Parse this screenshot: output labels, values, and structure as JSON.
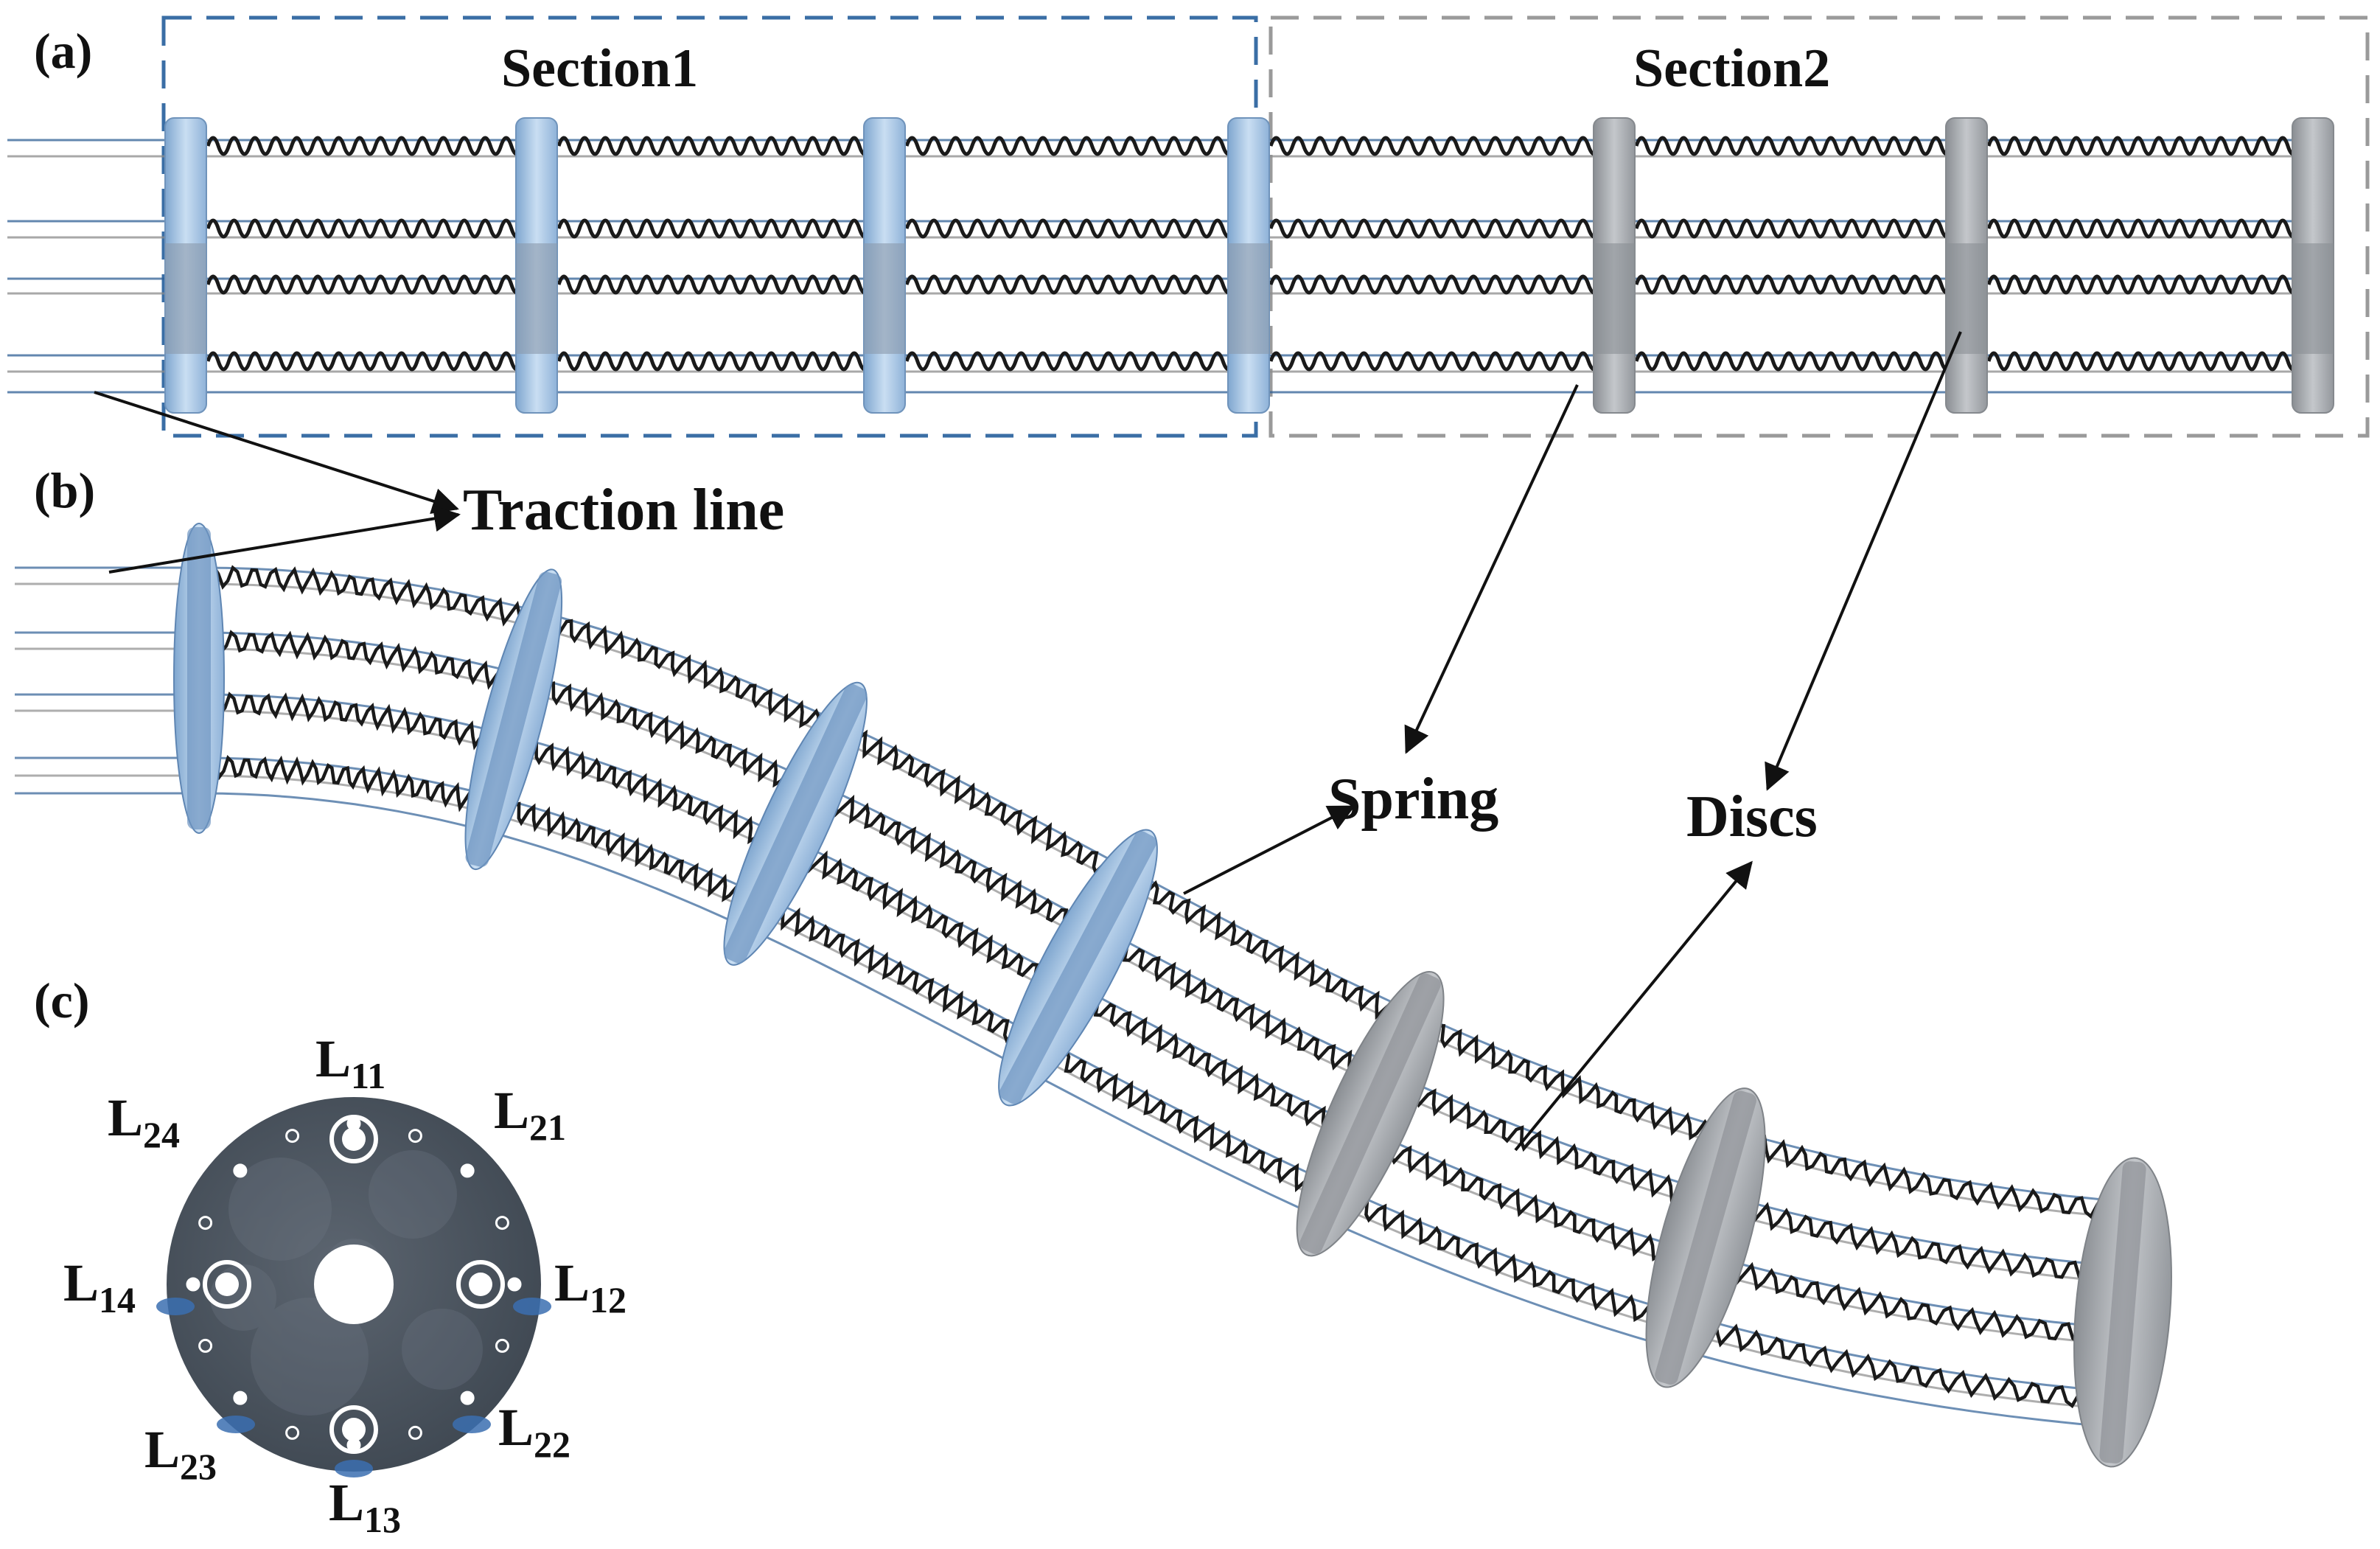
{
  "panels": {
    "a": "(a)",
    "b": "(b)",
    "c": "(c)"
  },
  "sections": {
    "section1": "Section1",
    "section2": "Section2"
  },
  "labels": {
    "traction_line": "Traction line",
    "spring": "Spring",
    "discs": "Discs"
  },
  "ports": [
    {
      "id": "L11",
      "main": "L",
      "sub": "11"
    },
    {
      "id": "L21",
      "main": "L",
      "sub": "21"
    },
    {
      "id": "L12",
      "main": "L",
      "sub": "12"
    },
    {
      "id": "L22",
      "main": "L",
      "sub": "22"
    },
    {
      "id": "L13",
      "main": "L",
      "sub": "13"
    },
    {
      "id": "L23",
      "main": "L",
      "sub": "23"
    },
    {
      "id": "L14",
      "main": "L",
      "sub": "14"
    },
    {
      "id": "L24",
      "main": "L",
      "sub": "24"
    }
  ],
  "colors": {
    "section1_border": "#3a6ea5",
    "section2_border": "#9a9a9a",
    "disc_blue": "#a9c8e8",
    "disc_gray": "#9fa3a8",
    "spring": "#1a1a1a",
    "traction_blue": "#2f5f95",
    "traction_gray": "#8c8c8c",
    "cross_section": "#4b5563",
    "hole_accent": "#3b6fb0"
  }
}
